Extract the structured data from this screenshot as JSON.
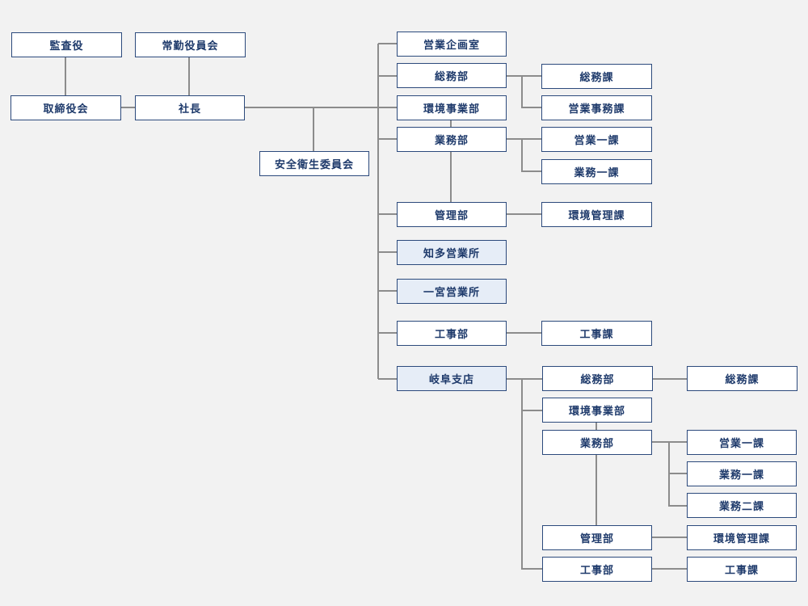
{
  "org": {
    "auditor": "監査役",
    "standing_auditors": "常勤役員会",
    "board": "取締役会",
    "president": "社長",
    "safety_committee": "安全衛生委員会",
    "sales_planning": "営業企画室",
    "general_affairs": "総務部",
    "environment_business": "環境事業部",
    "operations": "業務部",
    "management": "管理部",
    "chita_office": "知多営業所",
    "ichinomiya_office": "一宮営業所",
    "construction": "工事部",
    "gifu_branch": "岐阜支店",
    "hq_general_affairs_section": "総務課",
    "hq_sales_admin_section": "営業事務課",
    "hq_sales_section_1": "営業一課",
    "hq_operations_section_1": "業務一課",
    "hq_env_management_section": "環境管理課",
    "hq_construction_section": "工事課",
    "gifu_general_affairs": "総務部",
    "gifu_environment_business": "環境事業部",
    "gifu_operations": "業務部",
    "gifu_management": "管理部",
    "gifu_construction": "工事部",
    "gifu_general_affairs_section": "総務課",
    "gifu_sales_section_1": "営業一課",
    "gifu_operations_section_1": "業務一課",
    "gifu_operations_section_2": "業務二課",
    "gifu_env_management_section": "環境管理課",
    "gifu_construction_section": "工事課"
  },
  "colors": {
    "background": "#f2f2f2",
    "box_border": "#2c4a7c",
    "box_text": "#1e3a6b",
    "branch_fill": "#e6edf7",
    "connector": "#8c8c8c"
  }
}
